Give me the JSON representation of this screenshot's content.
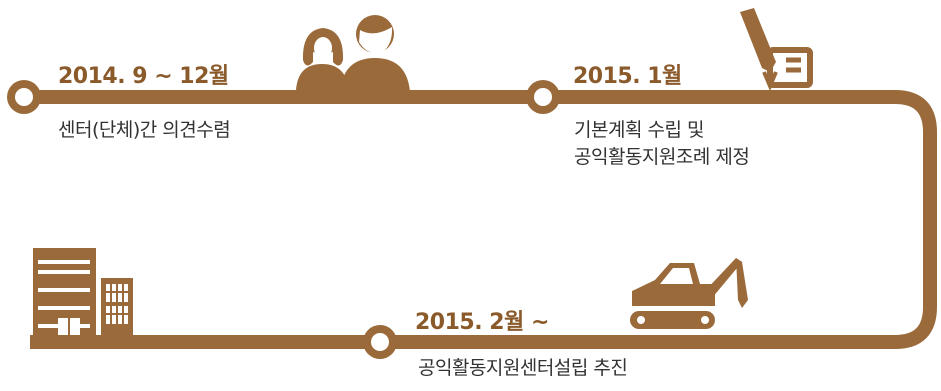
{
  "colors": {
    "accent": "#9a6a3a",
    "date_text": "#8b5a2b",
    "desc_text": "#333333",
    "background": "#ffffff"
  },
  "milestones": [
    {
      "date": "2014. 9 ~ 12월",
      "description": [
        "센터(단체)간 의견수렴"
      ],
      "icon": "people-icon"
    },
    {
      "date": "2015. 1월",
      "description": [
        "기본계획 수립 및",
        "공익활동지원조례 제정"
      ],
      "icon": "pen-document-icon"
    },
    {
      "date": "2015. 2월 ~",
      "description": [
        "공익활동지원센터설립 추진"
      ],
      "icon": "excavator-icon"
    }
  ],
  "end_icon": "buildings-icon"
}
